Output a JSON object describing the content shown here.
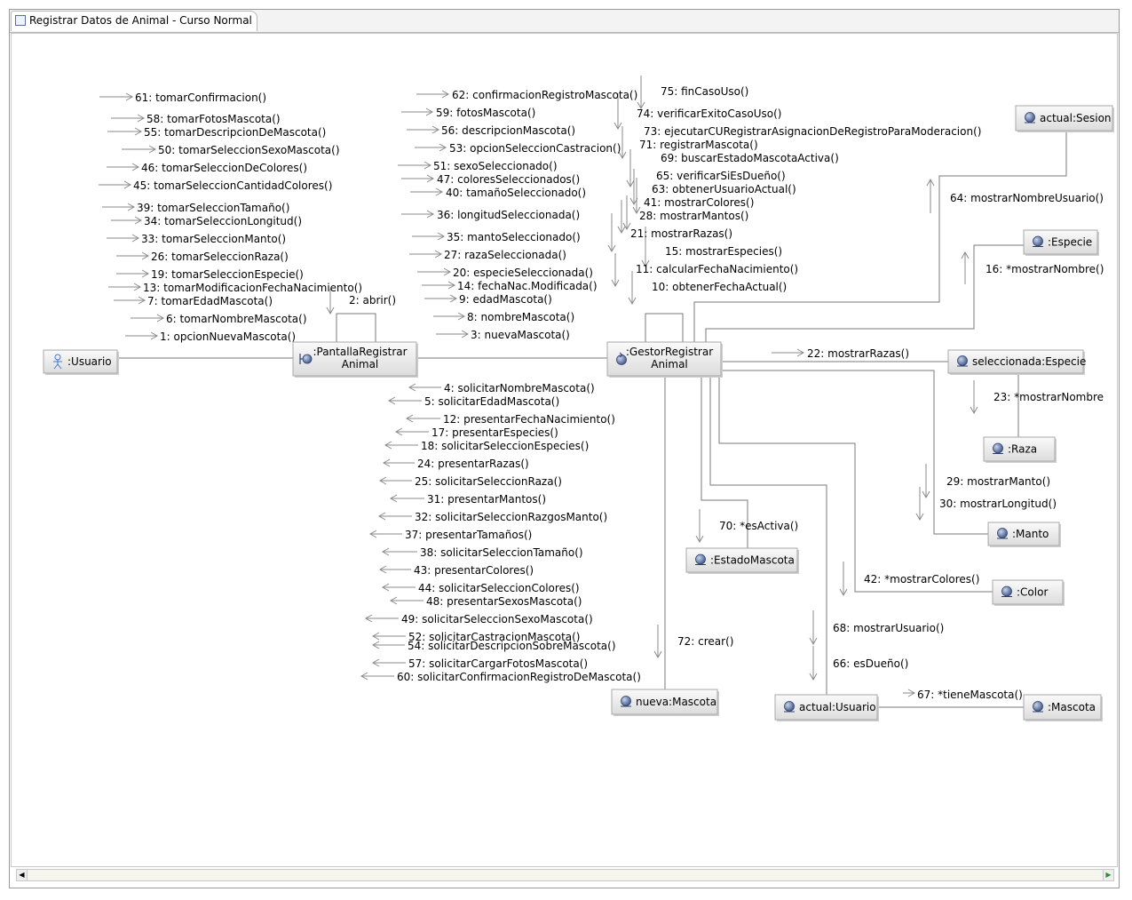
{
  "tab": {
    "title": "Registrar Datos de Animal - Curso Normal"
  },
  "nodes": {
    "usuario": {
      "label": ":Usuario",
      "icon": "actor-icon"
    },
    "pantalla": {
      "label1": ":PantallaRegistrar",
      "label2": "Animal",
      "icon": "boundary-icon"
    },
    "gestor": {
      "label1": ":GestorRegistrar",
      "label2": "Animal",
      "icon": "control-icon"
    },
    "sesion": {
      "label": "actual:Sesion",
      "icon": "entity-icon"
    },
    "especie": {
      "label": ":Especie",
      "icon": "entity-icon"
    },
    "selEspecie": {
      "label": "seleccionada:Especie",
      "icon": "entity-icon"
    },
    "raza": {
      "label": ":Raza",
      "icon": "entity-icon"
    },
    "manto": {
      "label": ":Manto",
      "icon": "entity-icon"
    },
    "color": {
      "label": ":Color",
      "icon": "entity-icon"
    },
    "estadoMascota": {
      "label": ":EstadoMascota",
      "icon": "entity-icon"
    },
    "nuevaMascota": {
      "label": "nueva:Mascota",
      "icon": "entity-icon"
    },
    "actualUsuario": {
      "label": "actual:Usuario",
      "icon": "entity-icon"
    },
    "mascota": {
      "label": ":Mascota",
      "icon": "entity-icon"
    }
  },
  "messages_user_to_pantalla": [
    "61: tomarConfirmacion()",
    "58: tomarFotosMascota()",
    "55: tomarDescripcionDeMascota()",
    "50: tomarSeleccionSexoMascota()",
    "46: tomarSeleccionDeColores()",
    "45: tomarSeleccionCantidadColores()",
    "39: tomarSeleccionTamaño()",
    "34: tomarSeleccionLongitud()",
    "33: tomarSeleccionManto()",
    "26: tomarSeleccionRaza()",
    "19: tomarSeleccionEspecie()",
    "13: tomarModificacionFechaNacimiento()",
    "7: tomarEdadMascota()",
    "6: tomarNombreMascota()",
    "1: opcionNuevaMascota()"
  ],
  "self_pantalla": "2: abrir()",
  "messages_pantalla_to_gestor": [
    "62: confirmacionRegistroMascota()",
    "59: fotosMascota()",
    "56: descripcionMascota()",
    "53: opcionSeleccionCastracion()",
    "51: sexoSeleccionado()",
    "47: coloresSeleccionados()",
    "40: tamañoSeleccionado()",
    "36: longitudSeleccionada()",
    "35: mantoSeleccionado()",
    "27: razaSeleccionada()",
    "20: especieSeleccionada()",
    "14: fechaNac.Modificada()",
    "9: edadMascota()",
    "8: nombreMascota()",
    "3: nuevaMascota()"
  ],
  "self_gestor": [
    "75: finCasoUso()",
    "74: verificarExitoCasoUso()",
    "73: ejecutarCURegistrarAsignacionDeRegistroParaModeracion()",
    "71: registrarMascota()",
    "69: buscarEstadoMascotaActiva()",
    "65: verificarSiEsDueño()",
    "63: obtenerUsuarioActual()",
    "41: mostrarColores()",
    "28: mostrarMantos()",
    "21: mostrarRazas()",
    "15: mostrarEspecies()",
    "11: calcularFechaNacimiento()",
    "10: obtenerFechaActual()"
  ],
  "messages_gestor_to_pantalla": [
    "4: solicitarNombreMascota()",
    "5: solicitarEdadMascota()",
    "12: presentarFechaNacimiento()",
    "17: presentarEspecies()",
    "18: solicitarSeleccionEspecies()",
    "24: presentarRazas()",
    "25: solicitarSeleccionRaza()",
    "31: presentarMantos()",
    "32: solicitarSeleccionRazgosManto()",
    "37: presentarTamaños()",
    "38: solicitarSeleccionTamaño()",
    "43: presentarColores()",
    "44: solicitarSeleccionColores()",
    "48: presentarSexosMascota()",
    "49: solicitarSeleccionSexoMascota()",
    "52: solicitarCastracionMascota()",
    "54: solicitarDescripcionSobreMascota()",
    "57: solicitarCargarFotosMascota()",
    "60: solicitarConfirmacionRegistroDeMascota()"
  ],
  "other_messages": {
    "sesion": "64: mostrarNombreUsuario()",
    "especie": "16: *mostrarNombre()",
    "selEspecie": "22: mostrarRazas()",
    "raza": "23: *mostrarNombre",
    "manto1": "29: mostrarManto()",
    "manto2": "30: mostrarLongitud()",
    "estado": "70: *esActiva()",
    "color": "42: *mostrarColores()",
    "usuario1": "68: mostrarUsuario()",
    "usuario2": "66: esDueño()",
    "crear": "72: crear()",
    "mascota": "67: *tieneMascota()"
  },
  "scrollbar": {
    "left_glyph": "◀",
    "right_glyph": "▶"
  }
}
